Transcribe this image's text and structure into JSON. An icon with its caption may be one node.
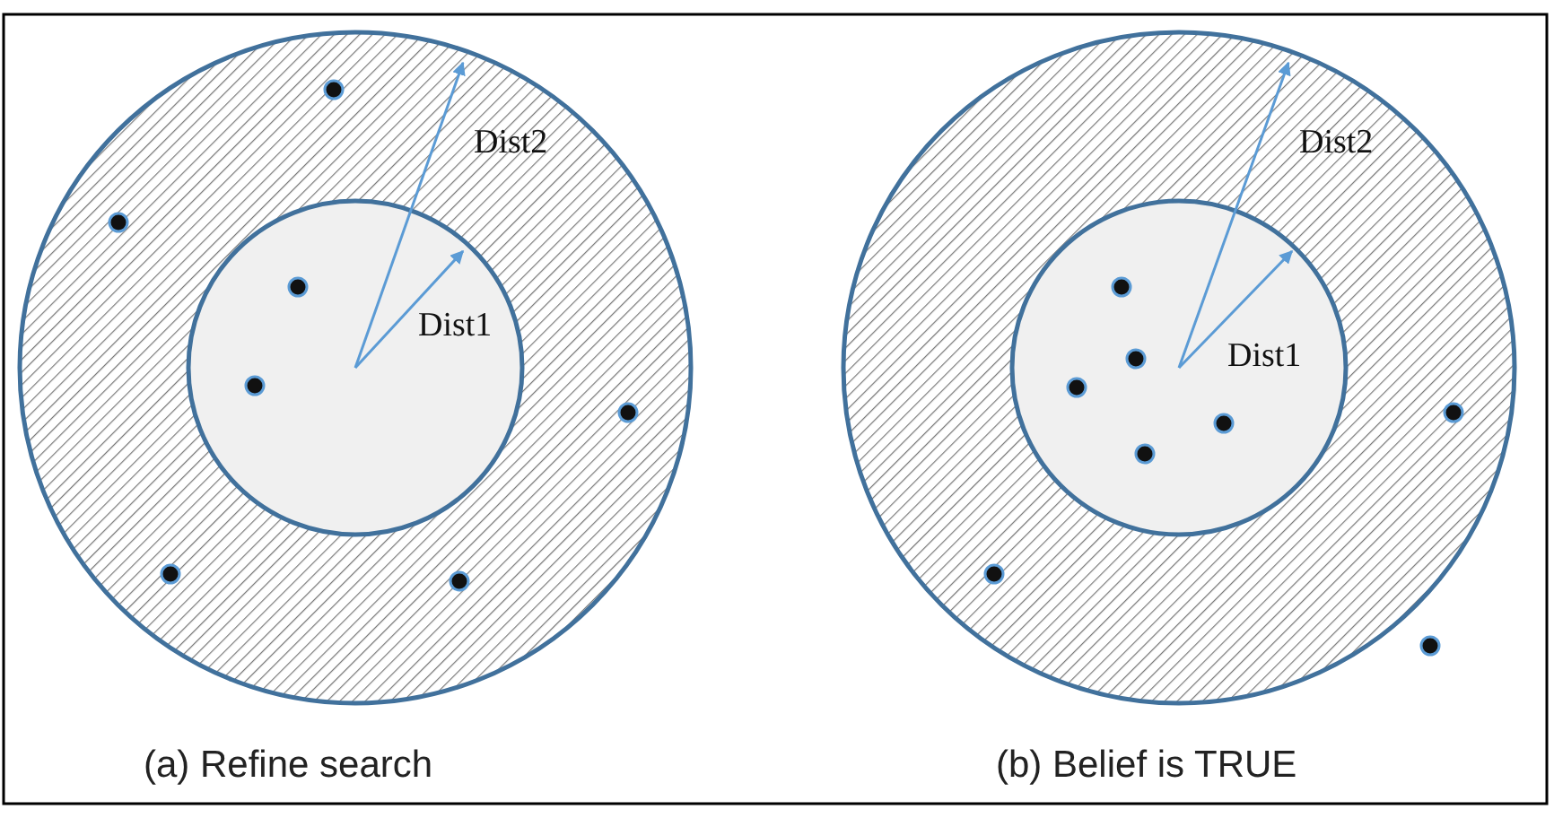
{
  "diagram": {
    "labels": [
      "Dist2",
      "Dist1",
      "Dist2",
      "Dist1",
      "(a) Refine search",
      "(b) Belief is TRUE"
    ]
  }
}
